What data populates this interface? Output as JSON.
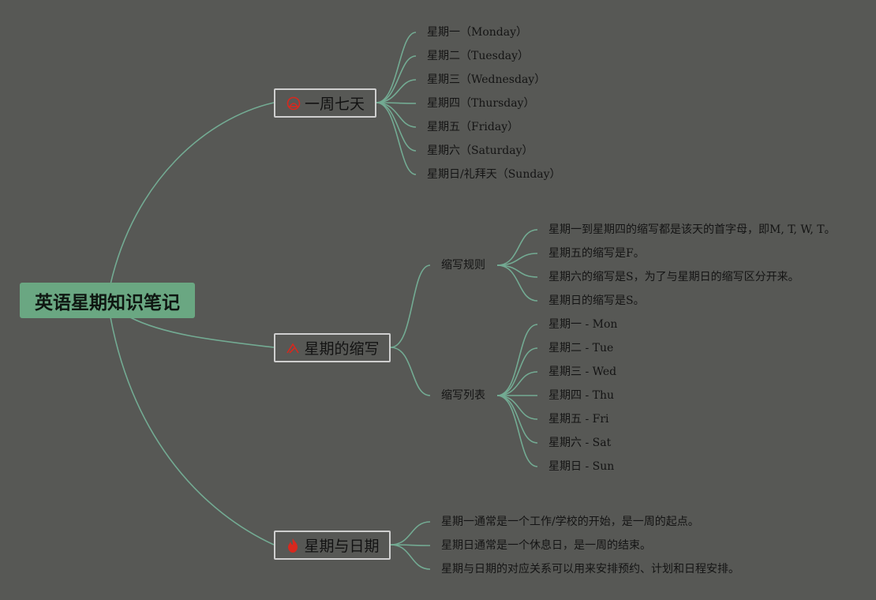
{
  "root": {
    "label": "英语星期知识笔记"
  },
  "branches": [
    {
      "label": "一周七天",
      "icon": "sun-icon",
      "leaves": [
        "星期一（Monday）",
        "星期二（Tuesday）",
        "星期三（Wednesday）",
        "星期四（Thursday）",
        "星期五（Friday）",
        "星期六（Saturday）",
        "星期日/礼拜天（Sunday）"
      ]
    },
    {
      "label": "星期的缩写",
      "icon": "pen-icon",
      "subs": [
        {
          "label": "缩写规则",
          "leaves": [
            "星期一到星期四的缩写都是该天的首字母，即M, T, W, T。",
            "星期五的缩写是F。",
            "星期六的缩写是S，为了与星期日的缩写区分开来。",
            "星期日的缩写是S。"
          ]
        },
        {
          "label": "缩写列表",
          "leaves": [
            "星期一 - Mon",
            "星期二 - Tue",
            "星期三 - Wed",
            "星期四 - Thu",
            "星期五 - Fri",
            "星期六 - Sat",
            "星期日 - Sun"
          ]
        }
      ]
    },
    {
      "label": "星期与日期",
      "icon": "flame-icon",
      "leaves": [
        "星期一通常是一个工作/学校的开始，是一周的起点。",
        "星期日通常是一个休息日，是一周的结束。",
        "星期与日期的对应关系可以用来安排预约、计划和日程安排。"
      ]
    }
  ],
  "colors": {
    "background": "#575855",
    "link": "#73ab93",
    "root_fill": "#6aa782",
    "branch_border": "#cfcfcf",
    "icon_red": "#d8281e"
  }
}
